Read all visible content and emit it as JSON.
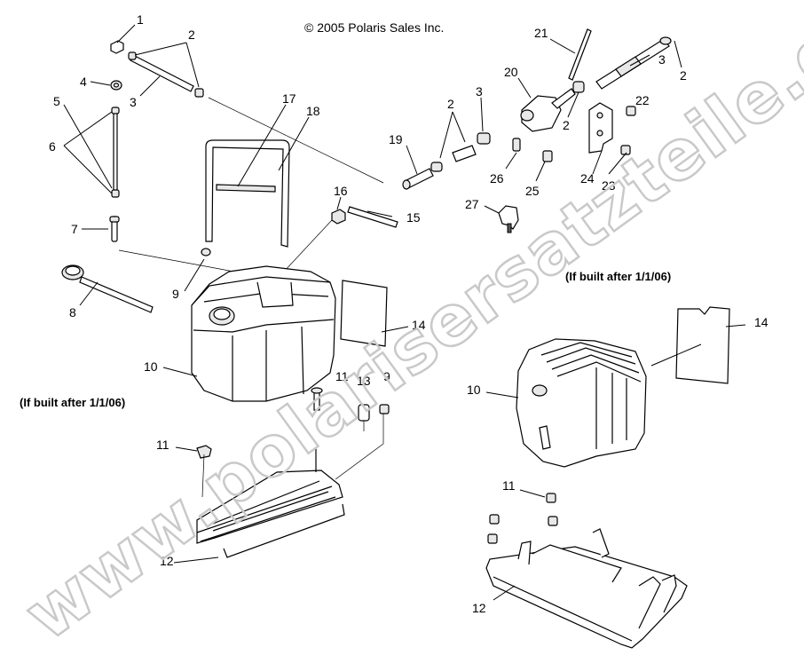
{
  "copyright": "© 2005 Polaris Sales Inc.",
  "watermark": "www.polarisersatzteile.de",
  "notes": {
    "left": "(If built after 1/1/06)",
    "right": "(If built after 1/1/06)"
  },
  "callouts": {
    "c1": "1",
    "c2a": "2",
    "c3a": "3",
    "c4": "4",
    "c5": "5",
    "c6": "6",
    "c7": "7",
    "c8": "8",
    "c9a": "9",
    "c10a": "10",
    "c11a": "11",
    "c11b": "11",
    "c12a": "12",
    "c13": "13",
    "c9b": "9",
    "c14a": "14",
    "c15": "15",
    "c16": "16",
    "c17": "17",
    "c18": "18",
    "c19": "19",
    "c2b": "2",
    "c3b": "3",
    "c20": "20",
    "c21": "21",
    "c22": "22",
    "c3c": "3",
    "c2c": "2",
    "c2d": "2",
    "c23": "23",
    "c24": "24",
    "c25": "25",
    "c26": "26",
    "c27": "27",
    "c14b": "14",
    "c10b": "10",
    "c11c": "11",
    "c12b": "12"
  }
}
